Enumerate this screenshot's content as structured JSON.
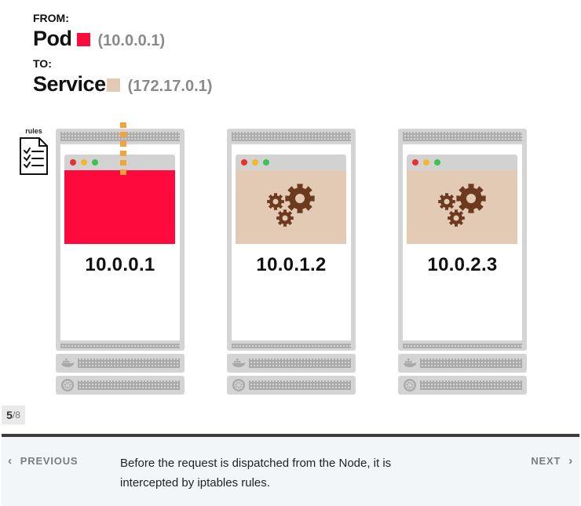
{
  "header": {
    "from_label": "FROM:",
    "from_name": "Pod",
    "from_ip": "(10.0.0.1)",
    "from_color": "#ff0a3c",
    "to_label": "TO:",
    "to_name": "Service",
    "to_ip": "(172.17.0.1)",
    "to_color": "#e2cab5"
  },
  "rules": {
    "label": "rules",
    "icon": "checklist-document-icon"
  },
  "nodes": [
    {
      "ip": "10.0.0.1",
      "content": "pod",
      "color": "#ff0a3c"
    },
    {
      "ip": "10.0.1.2",
      "content": "gears",
      "color": "#e2cab5"
    },
    {
      "ip": "10.0.2.3",
      "content": "gears",
      "color": "#e2cab5"
    }
  ],
  "bay_icons": [
    "docker-whale-icon",
    "kubernetes-wheel-icon"
  ],
  "packet_color": "#f5a23a",
  "gear_color": "#6b3a1f",
  "counter": {
    "current": "5",
    "total": "/8"
  },
  "footer": {
    "previous_label": "PREVIOUS",
    "next_label": "NEXT",
    "caption": "Before the request is dispatched from the Node, it is intercepted by iptables rules."
  }
}
